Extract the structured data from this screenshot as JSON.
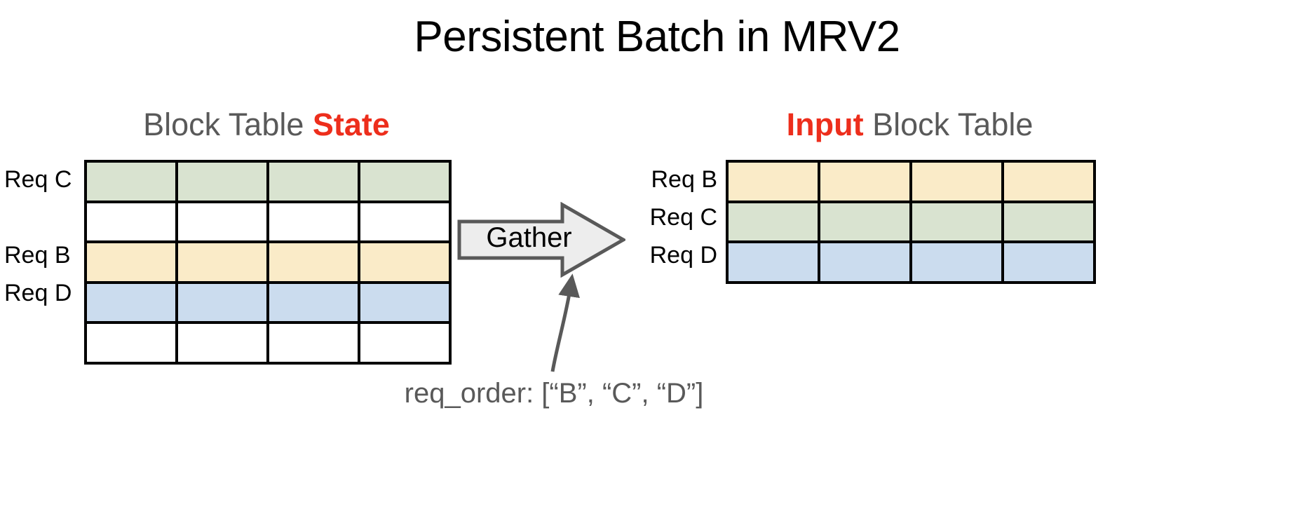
{
  "title": "Persistent Batch in MRV2",
  "accent_color": "#ED2E1C",
  "heading_gray": "#595959",
  "left_panel": {
    "heading_plain_1": "Block Table ",
    "heading_accent": "State",
    "heading_plain_2": "",
    "row_labels": [
      "Req C",
      "",
      "Req B",
      "Req D",
      ""
    ],
    "row_colors": [
      "#D9E3D0",
      "#FFFFFF",
      "#FAEBC8",
      "#CBDCEE",
      "#FFFFFF"
    ],
    "columns": 4,
    "rows": 5
  },
  "right_panel": {
    "heading_accent": "Input",
    "heading_plain": " Block Table",
    "row_labels": [
      "Req B",
      "Req C",
      "Req D"
    ],
    "row_colors": [
      "#FAEBC8",
      "#D9E3D0",
      "#CBDCEE"
    ],
    "columns": 4,
    "rows": 3
  },
  "gather": {
    "label": "Gather",
    "fill": "#EDEDED",
    "stroke": "#595959"
  },
  "callout": {
    "caption": "req_order: [“B”, “C”, “D”]",
    "arrow_color": "#595959"
  }
}
